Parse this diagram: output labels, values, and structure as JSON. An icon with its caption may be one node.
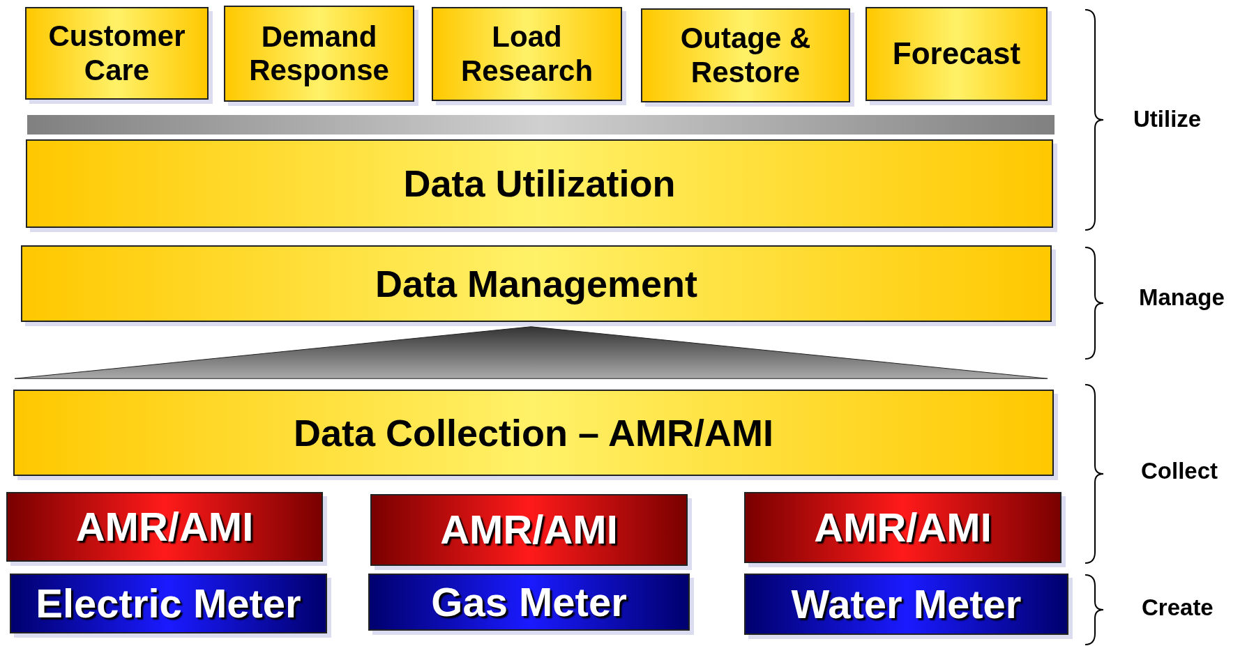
{
  "diagram": {
    "nodes": [
      {
        "text": [
          "Customer Care"
        ]
      },
      {
        "text": [
          "Demand Response"
        ]
      },
      {
        "text": [
          "Load Research"
        ]
      },
      {
        "text": [
          "Outage & Restore"
        ]
      },
      {
        "text": [
          "Forecast"
        ]
      },
      {
        "text": [],
        "shape": "bar"
      },
      {
        "text": [
          "Data Utilization"
        ]
      },
      {
        "text": [
          "Data Management"
        ]
      },
      {
        "text": [],
        "shape": "triangle"
      },
      {
        "text": [
          "Data Collection – AMR/AMI"
        ]
      },
      {
        "text": [
          "AMR/AMI"
        ]
      },
      {
        "text": [
          "AMR/AMI"
        ]
      },
      {
        "text": [
          "AMR/AMI"
        ]
      },
      {
        "text": [
          "Electric Meter"
        ]
      },
      {
        "text": [
          "Gas Meter"
        ]
      },
      {
        "text": [
          "Water Meter"
        ]
      }
    ],
    "labels": [
      "Utilize",
      "Manage",
      "Collect",
      "Create"
    ]
  }
}
